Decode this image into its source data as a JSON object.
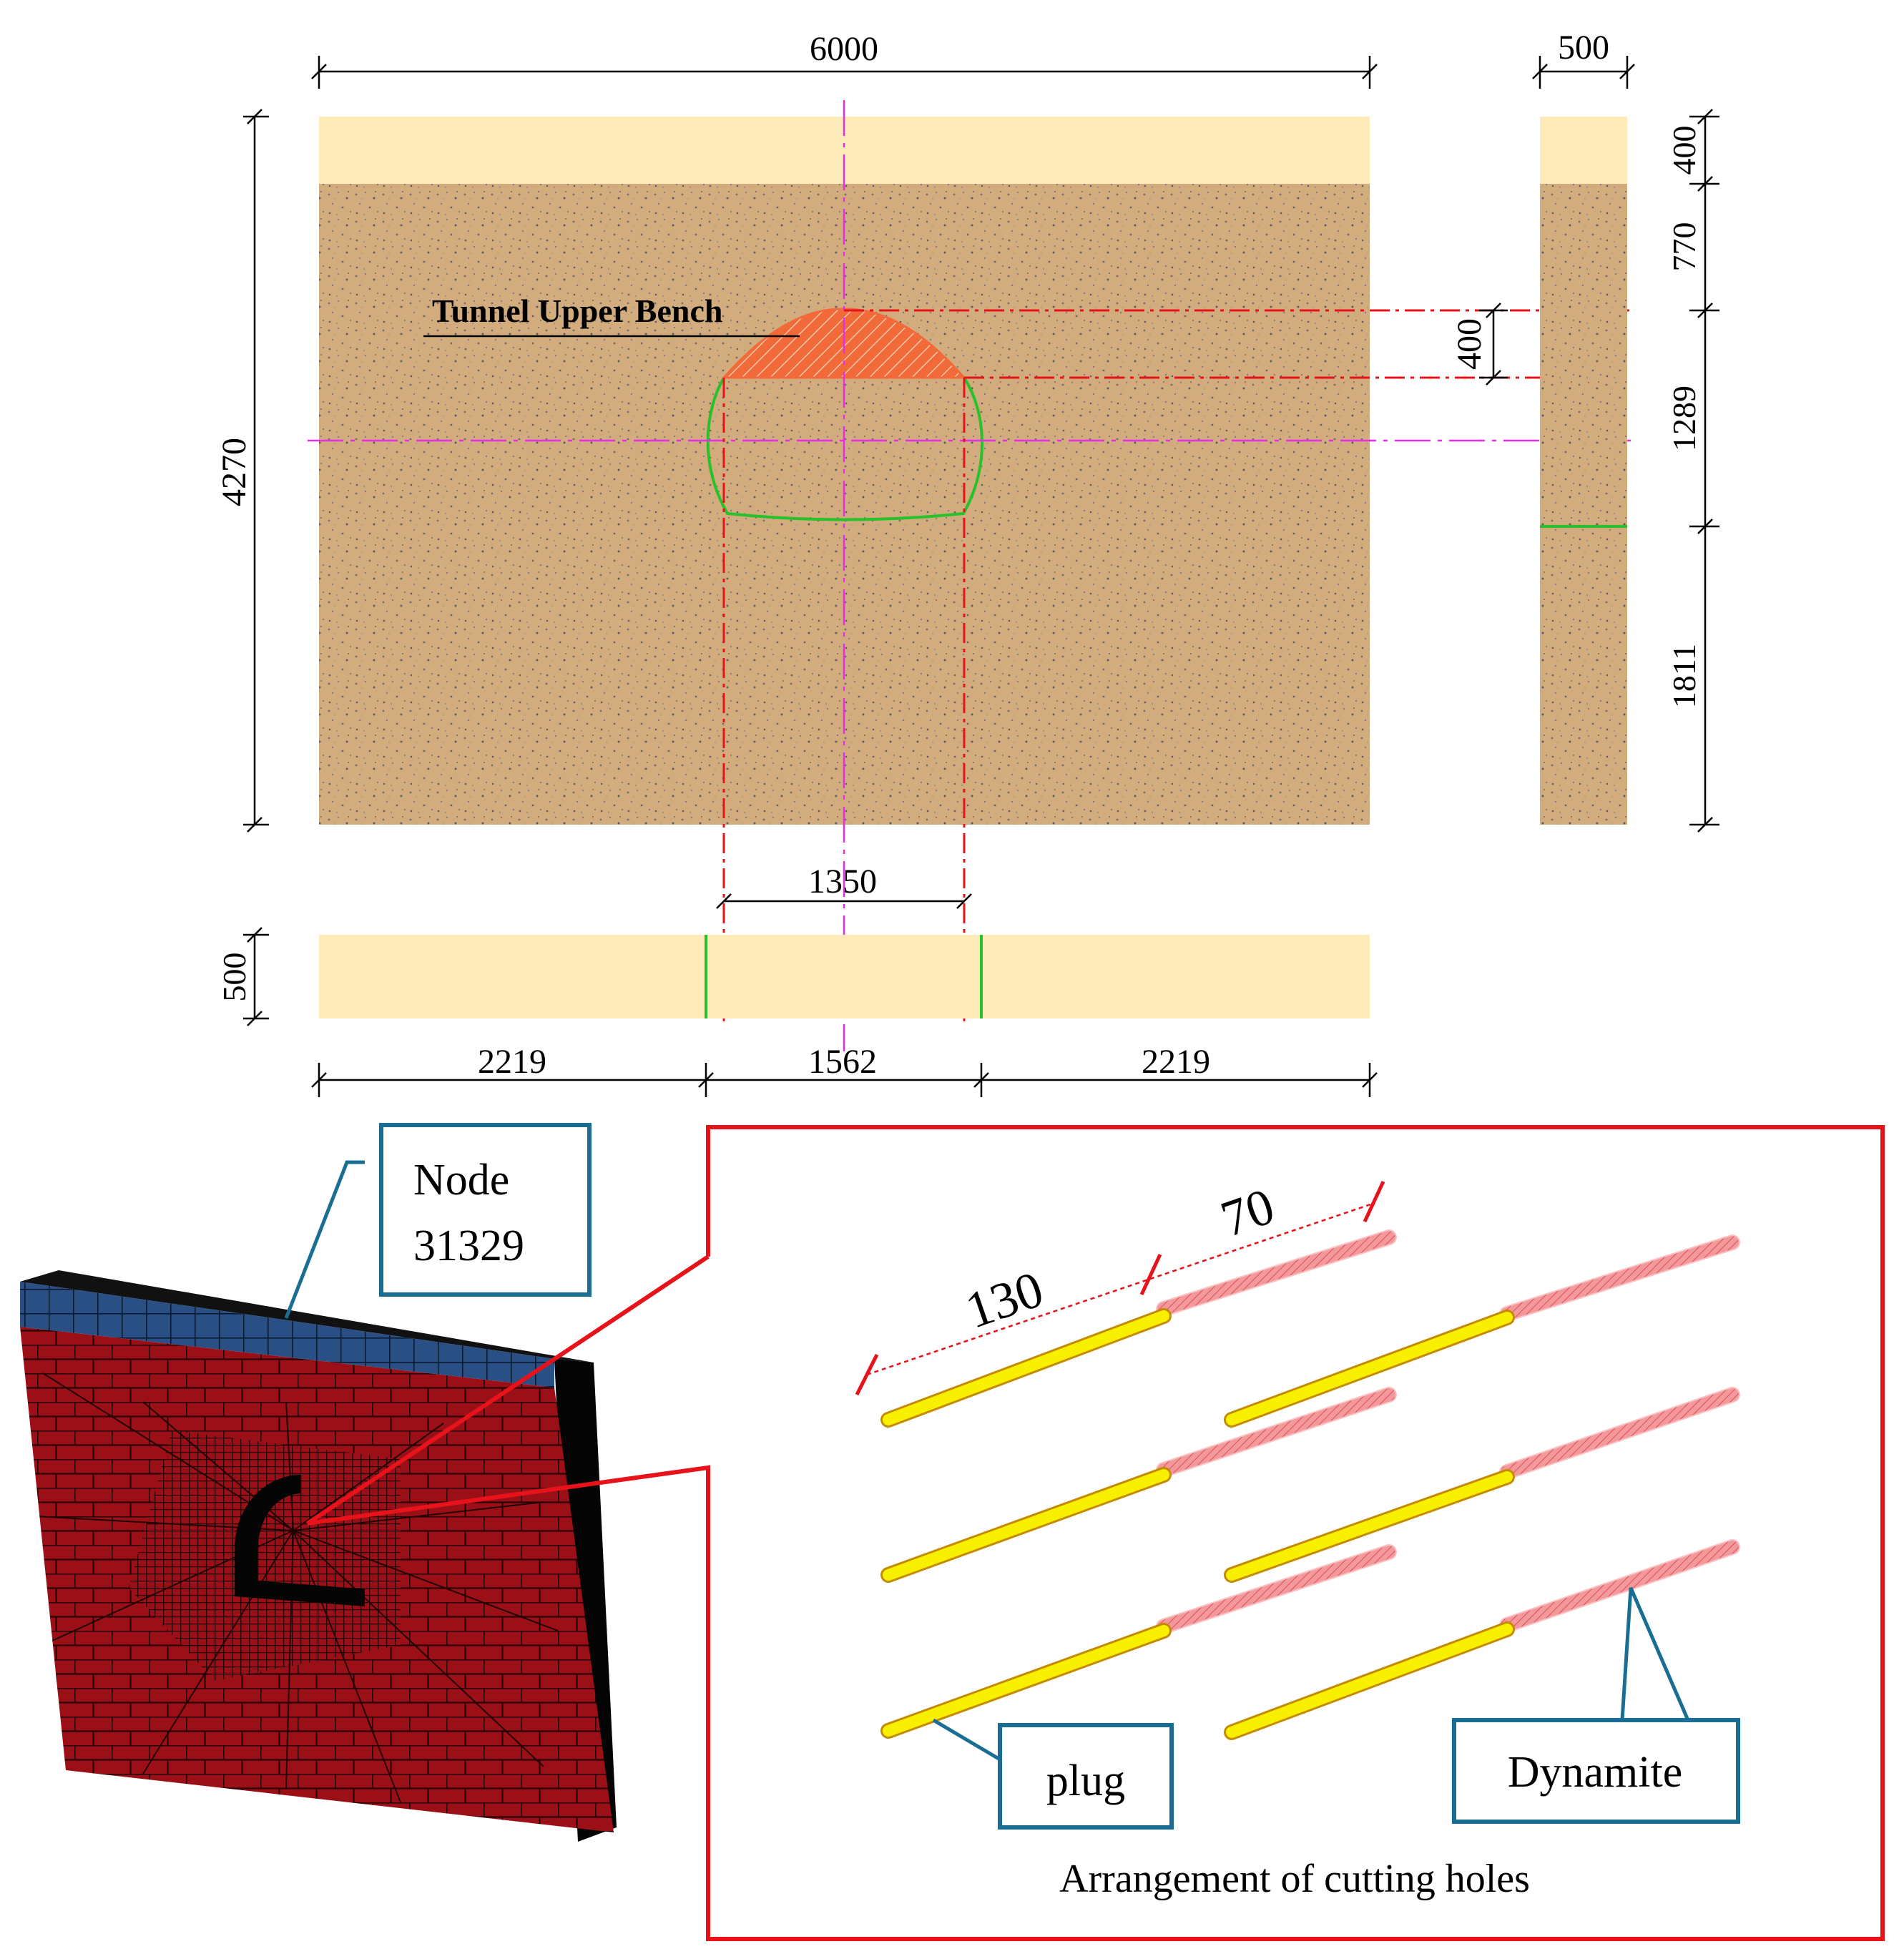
{
  "colors": {
    "topsoil": "#fcebb9",
    "rock": "#d2ac7c",
    "upper_bench_fill": "#f26a3a",
    "tunnel_outline": "#27c22b",
    "section_line_red": "#e8131a",
    "center_line_magenta": "#e52ee5",
    "mesh_red": "#9b0f16",
    "mesh_blue": "#2a4f84",
    "callout_blue": "#1a6d93",
    "plug_yellow": "#f8f000",
    "frame_red": "#e8131a"
  },
  "drawing": {
    "total_width_label": "6000",
    "total_height_label": "4270",
    "side_width_label": "500",
    "bench_height_label": "400",
    "right_labels": [
      "400",
      "770",
      "1289",
      "1811"
    ],
    "upper_width_label": "1350",
    "bottom_labels": [
      "2219",
      "1562",
      "2219"
    ],
    "bottom_thickness_label": "500",
    "bench_title": "Tunnel Upper Bench"
  },
  "model": {
    "node_label_line1": "Node",
    "node_label_line2": "31329"
  },
  "inset": {
    "dim_plug": "130",
    "dim_dynamite": "70",
    "plug_label": "plug",
    "dynamite_label": "Dynamite",
    "caption": "Arrangement of cutting holes"
  }
}
